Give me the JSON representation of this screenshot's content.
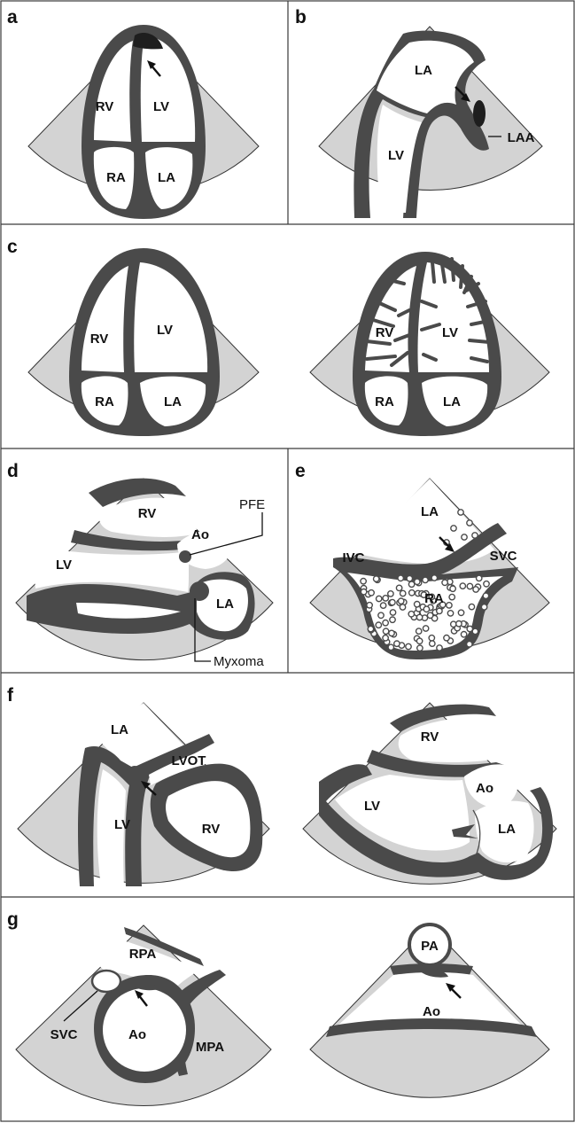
{
  "panels": {
    "a": {
      "letter": "a",
      "labels": {
        "rv": "RV",
        "lv": "LV",
        "ra": "RA",
        "la": "LA"
      }
    },
    "b": {
      "letter": "b",
      "labels": {
        "la": "LA",
        "lv": "LV",
        "laa": "LAA"
      }
    },
    "c": {
      "letter": "c",
      "left": {
        "rv": "RV",
        "lv": "LV",
        "ra": "RA",
        "la": "LA"
      },
      "right": {
        "rv": "RV",
        "lv": "LV",
        "ra": "RA",
        "la": "LA"
      }
    },
    "d": {
      "letter": "d",
      "labels": {
        "rv": "RV",
        "ao": "Ao",
        "lv": "LV",
        "la": "LA",
        "pfe": "PFE",
        "myxoma": "Myxoma"
      }
    },
    "e": {
      "letter": "e",
      "labels": {
        "la": "LA",
        "ivc": "IVC",
        "svc": "SVC",
        "ra": "RA"
      }
    },
    "f": {
      "letter": "f",
      "left": {
        "la": "LA",
        "lvot": "LVOT",
        "lv": "LV",
        "rv": "RV"
      },
      "right": {
        "rv": "RV",
        "ao": "Ao",
        "lv": "LV",
        "la": "LA"
      }
    },
    "g": {
      "letter": "g",
      "left": {
        "rpa": "RPA",
        "svc": "SVC",
        "ao": "Ao",
        "mpa": "MPA"
      },
      "right": {
        "pa": "PA",
        "ao": "Ao"
      }
    }
  },
  "colors": {
    "sector": "#d3d3d3",
    "wall": "#4a4a4a",
    "cavity": "#ffffff",
    "mass": "#1e1e1e"
  }
}
